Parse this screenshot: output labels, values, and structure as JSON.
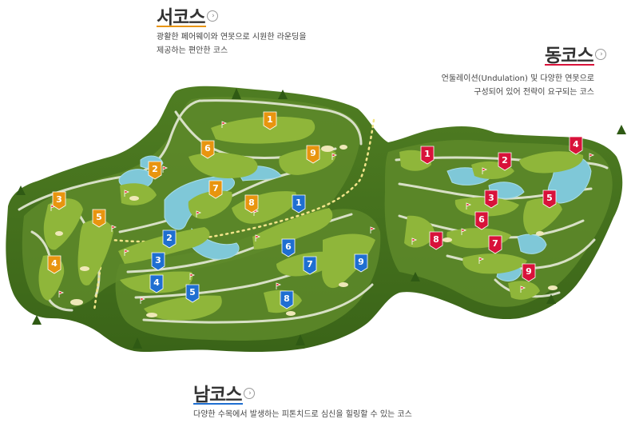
{
  "west": {
    "title": "서코스",
    "desc_line1": "광활한 페어웨이와 연못으로 시원한 라운딩을",
    "desc_line2": "제공하는 편안한 코스",
    "color": "#e8950f"
  },
  "east": {
    "title": "동코스",
    "desc_line1": "언둘레이션(Undulation) 및 다양한 연못으로",
    "desc_line2": "구성되어 있어 전략이 요구되는 코스",
    "color": "#d8123a"
  },
  "south": {
    "title": "남코스",
    "desc_line1": "다양한 수목에서 발생하는 피톤치드로 심신을 힐링할 수 있는 코스",
    "color": "#1f6fd1"
  },
  "arrow_glyph": "›",
  "holes": {
    "west": [
      "1",
      "2",
      "3",
      "4",
      "5",
      "6",
      "7",
      "8",
      "9"
    ],
    "south": [
      "1",
      "2",
      "3",
      "4",
      "5",
      "6",
      "7",
      "8",
      "9"
    ],
    "east": [
      "1",
      "2",
      "3",
      "4",
      "5",
      "6",
      "7",
      "8",
      "9"
    ]
  },
  "colors": {
    "map_dark": "#3f6b1c",
    "map_mid": "#5e8a2a",
    "fairway": "#8fb63a",
    "fairway_light": "#b5d35a",
    "water": "#7fc8d8",
    "path": "#e6ead8",
    "bunker": "#efe8b8"
  }
}
